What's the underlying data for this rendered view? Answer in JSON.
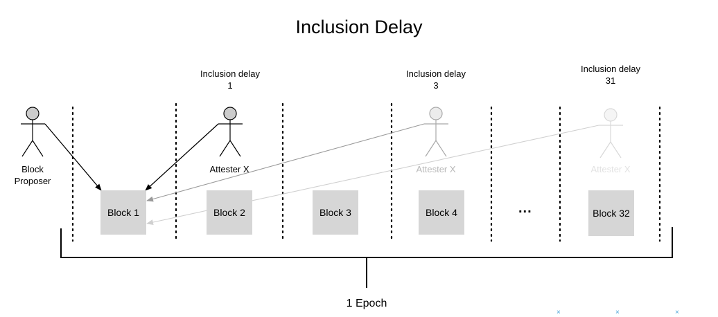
{
  "title": "Inclusion Delay",
  "delays": [
    {
      "label": "Inclusion delay",
      "value": "1"
    },
    {
      "label": "Inclusion delay",
      "value": "3"
    },
    {
      "label": "Inclusion delay",
      "value": "31"
    }
  ],
  "proposer": {
    "line1": "Block",
    "line2": "Proposer"
  },
  "attesters": [
    "Attester X",
    "Attester X",
    "Attester X"
  ],
  "blocks": [
    "Block 1",
    "Block 2",
    "Block 3",
    "Block 4",
    "Block 32"
  ],
  "ellipsis": "...",
  "epoch": "1 Epoch",
  "colors": {
    "block_fill": "#d6d6d6",
    "attester_dark": "#000000",
    "attester_mid": "#9a9a9a",
    "attester_light": "#d0d0d0",
    "marker": "#4aa3d8"
  }
}
